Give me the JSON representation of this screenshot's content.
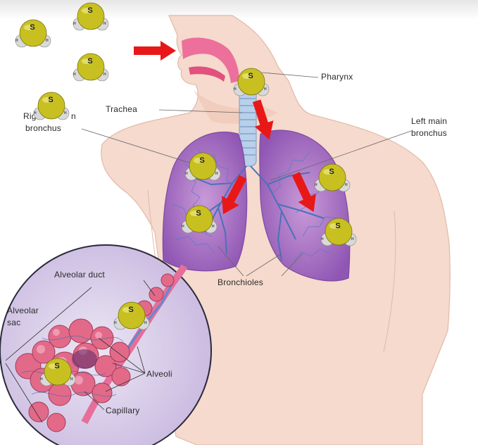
{
  "labels": {
    "pharynx": "Pharynx",
    "trachea": "Trachea",
    "right_main_bronchus_line1": "Rig",
    "right_main_bronchus_line1_tail": "n",
    "right_main_bronchus_line2": "bronchus",
    "left_main_bronchus_line1": "Left main",
    "left_main_bronchus_line2": "bronchus",
    "bronchioles": "Bronchioles",
    "alveolar_duct": "Alveolar duct",
    "alveolar_sac_line1": "Alveolar",
    "alveolar_sac_line2": "sac",
    "alveoli": "Alveoli",
    "capillary": "Capillary"
  },
  "molecule": {
    "center_atom": "S",
    "side_atom": "H"
  },
  "colors": {
    "sulfur": "#c8c020",
    "hydrogen": "#d9d9d9",
    "arrow": "#e81818",
    "lung": "#b07ac8",
    "skin": "#f3d2c8",
    "airway_pink": "#e86a9a",
    "alveoli_pink": "#e06080",
    "inset_bg": "#d9cfe9"
  }
}
